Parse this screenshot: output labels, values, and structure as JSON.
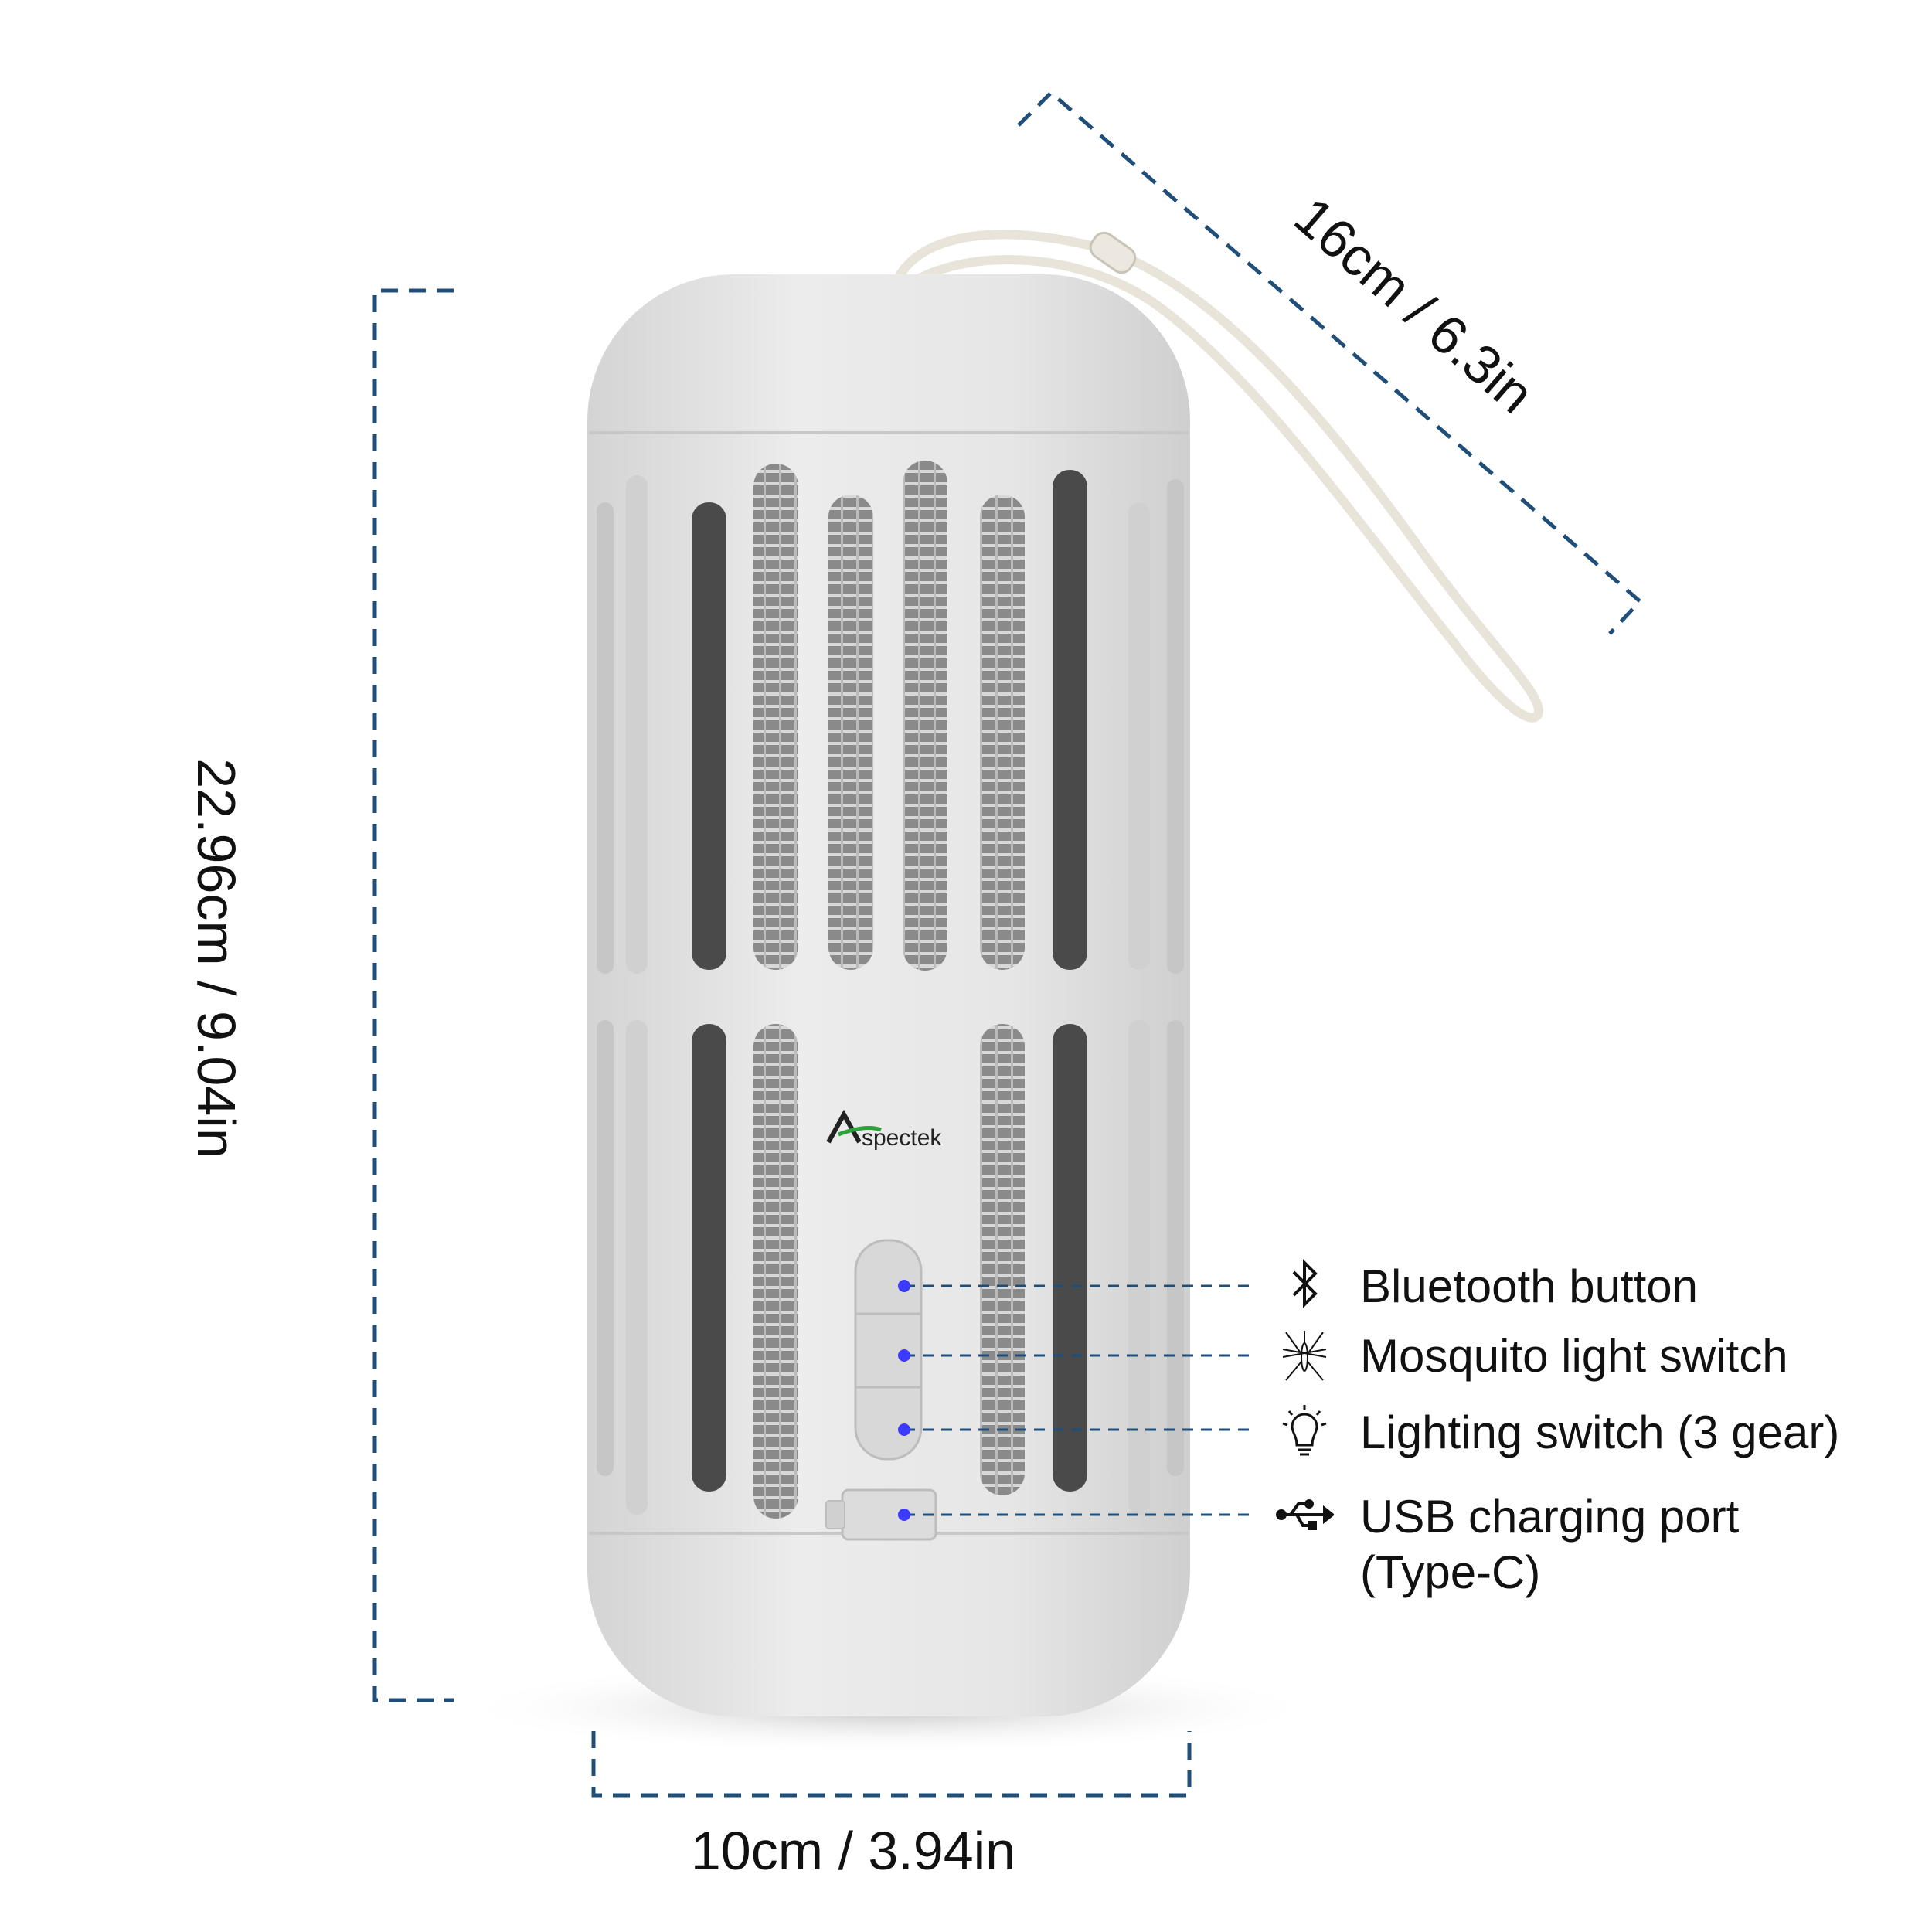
{
  "dimensions": {
    "height": "22.96cm / 9.04in",
    "length": "16cm / 6.3in",
    "width": "10cm / 3.94in"
  },
  "brand": {
    "logo_text": "Aspectek"
  },
  "callouts": [
    {
      "icon": "bluetooth-icon",
      "label": "Bluetooth button"
    },
    {
      "icon": "mosquito-icon",
      "label": "Mosquito light switch"
    },
    {
      "icon": "lightbulb-icon",
      "label": "Lighting switch (3 gear)"
    },
    {
      "icon": "usb-icon",
      "label": "USB charging port",
      "label_line2": "(Type-C)"
    }
  ],
  "colors": {
    "dimension_line": "#1f4e79",
    "callout_dot": "#3b3bff",
    "device_body": "#e6e6e6",
    "strap": "#e8e4da"
  }
}
